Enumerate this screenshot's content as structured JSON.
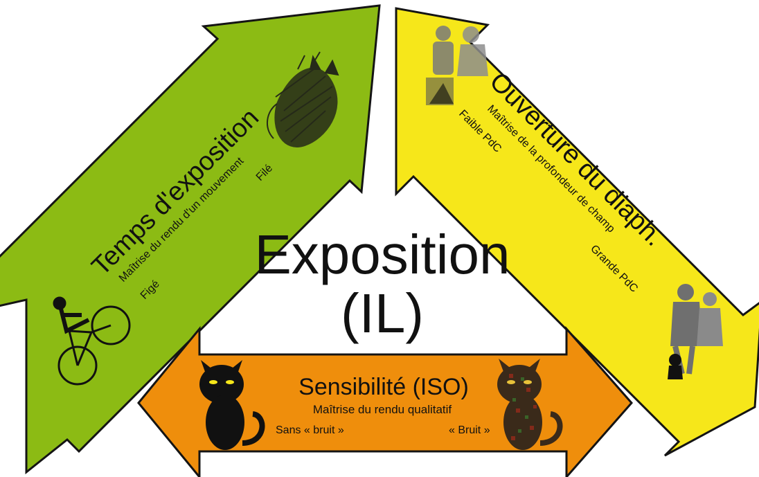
{
  "center": {
    "title": "Exposition",
    "subtitle": "(IL)"
  },
  "shutter": {
    "title": "Temps d'exposition",
    "subtitle": "Maîtrise du rendu d'un mouvement",
    "left_label": "Figé",
    "right_label": "Filé",
    "color": "#8cbb14",
    "icon_frozen": "cyclist-icon",
    "icon_blur": "blurred-cat-icon"
  },
  "aperture": {
    "title": "Ouverture du diaph.",
    "subtitle": "Maîtrise de la profondeur de champ",
    "left_label": "Faible PdC",
    "right_label": "Grande PdC",
    "color": "#f6e71a",
    "icon_shallow": "blurred-people-icon",
    "icon_deep": "sharp-people-icon"
  },
  "iso": {
    "title": "Sensibilité (ISO)",
    "subtitle": "Maîtrise du rendu qualitatif",
    "left_label": "Sans « bruit »",
    "right_label": "« Bruit »",
    "color": "#ef8e0c",
    "icon_clean": "black-cat-icon",
    "icon_noisy": "noisy-cat-icon"
  }
}
